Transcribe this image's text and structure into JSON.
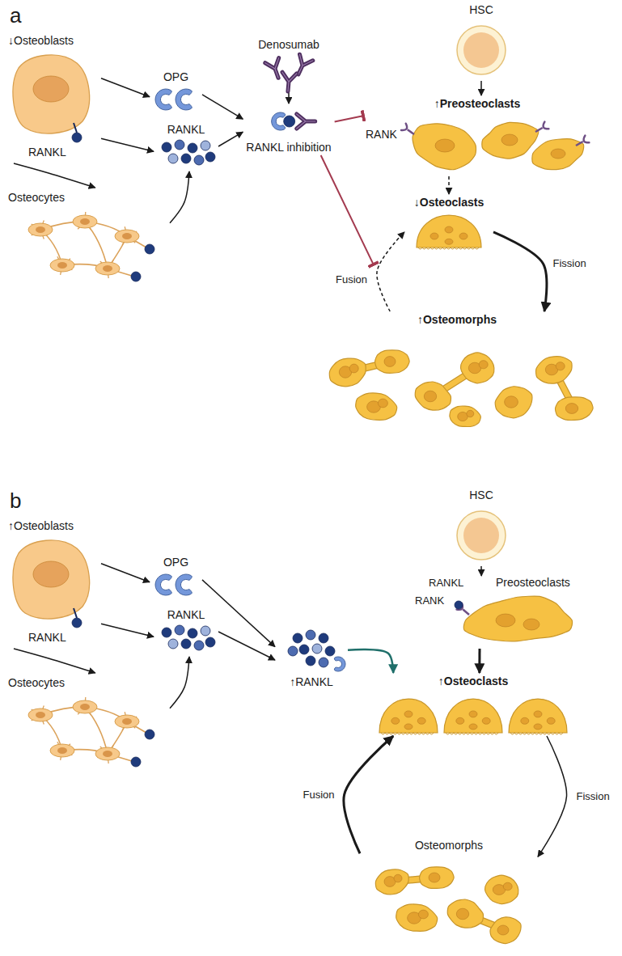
{
  "diagram": {
    "nodes": [
      {
        "text": [
          "↓Osteoblasts",
          "RANKL"
        ]
      },
      {
        "text": [
          "Osteocytes"
        ]
      },
      {
        "text": [
          "OPG"
        ]
      },
      {
        "text": [
          "RANKL"
        ]
      },
      {
        "text": [
          "Denosumab"
        ]
      },
      {
        "text": [
          "RANKL inhibition"
        ]
      },
      {
        "text": [
          "HSC"
        ]
      },
      {
        "text": [
          "↑Preosteoclasts",
          "RANK"
        ]
      },
      {
        "text": [
          "↓Osteoclasts"
        ]
      },
      {
        "text": [
          "↑Osteomorphs"
        ]
      },
      {
        "text": [
          "↑Osteoblasts",
          "RANKL"
        ]
      },
      {
        "text": [
          "Osteocytes"
        ]
      },
      {
        "text": [
          "OPG"
        ]
      },
      {
        "text": [
          "RANKL"
        ]
      },
      {
        "text": [
          "↑RANKL"
        ]
      },
      {
        "text": [
          "HSC"
        ]
      },
      {
        "text": [
          "RANKL",
          "Preosteoclasts",
          "RANK"
        ]
      },
      {
        "text": [
          "↑Osteoclasts"
        ]
      },
      {
        "text": [
          "Osteomorphs"
        ]
      }
    ],
    "edges": [
      {
        "from": 0,
        "to": 2,
        "arrow": "to"
      },
      {
        "from": 0,
        "to": 3,
        "arrow": "to"
      },
      {
        "from": 0,
        "to": 1,
        "arrow": "to"
      },
      {
        "from": 1,
        "to": 3,
        "arrow": "to"
      },
      {
        "from": 2,
        "to": 5,
        "arrow": "to"
      },
      {
        "from": 3,
        "to": 5,
        "arrow": "to"
      },
      {
        "from": 4,
        "to": 5,
        "arrow": "to"
      },
      {
        "from": 5,
        "to": 7,
        "arrow": "to"
      },
      {
        "from": 6,
        "to": 7,
        "arrow": "to"
      },
      {
        "from": 7,
        "to": 8,
        "arrow": "to"
      },
      {
        "from": 8,
        "to": 9,
        "label": "Fission",
        "arrow": "to"
      },
      {
        "from": 9,
        "to": 8,
        "label": "Fusion",
        "arrow": "to"
      },
      {
        "from": 10,
        "to": 12,
        "arrow": "to"
      },
      {
        "from": 10,
        "to": 13,
        "arrow": "to"
      },
      {
        "from": 10,
        "to": 11,
        "arrow": "to"
      },
      {
        "from": 11,
        "to": 13,
        "arrow": "to"
      },
      {
        "from": 12,
        "to": 14,
        "arrow": "to"
      },
      {
        "from": 13,
        "to": 14,
        "arrow": "to"
      },
      {
        "from": 14,
        "to": 17,
        "arrow": "to"
      },
      {
        "from": 15,
        "to": 16,
        "arrow": "to"
      },
      {
        "from": 16,
        "to": 17,
        "arrow": "to"
      },
      {
        "from": 17,
        "to": 18,
        "label": "Fission",
        "arrow": "to"
      },
      {
        "from": 18,
        "to": 17,
        "label": "Fusion",
        "arrow": "to"
      }
    ],
    "labels": [
      "a",
      "b"
    ]
  }
}
